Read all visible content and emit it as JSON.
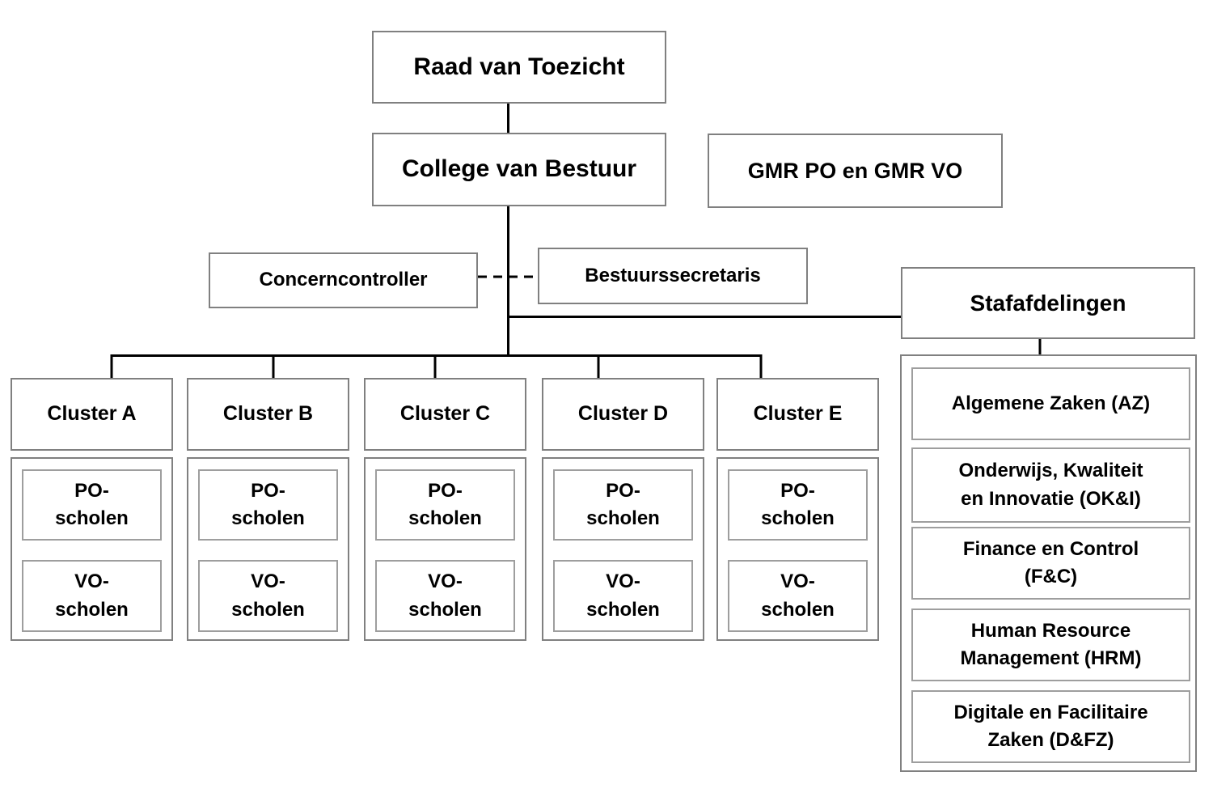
{
  "colors": {
    "background": "#ffffff",
    "box_border": "#808080",
    "inner_box_border": "#9e9e9e",
    "connector_line": "#000000",
    "text": "#000000"
  },
  "nodes": {
    "raad": "Raad van Toezicht",
    "college": "College van Bestuur",
    "gmr": "GMR PO en GMR VO",
    "concern": "Concerncontroller",
    "bestuur": "Bestuurssecretaris"
  },
  "staff": {
    "title": "Stafafdelingen",
    "items": [
      "Algemene Zaken (AZ)",
      "Onderwijs, Kwaliteit\nen Innovatie (OK&I)",
      "Finance en Control\n(F&C)",
      "Human Resource\nManagement (HRM)",
      "Digitale en Facilitaire\nZaken (D&FZ)"
    ]
  },
  "clusters": [
    {
      "label": "Cluster A",
      "po": "PO-\nscholen",
      "vo": "VO-\nscholen"
    },
    {
      "label": "Cluster B",
      "po": "PO-\nscholen",
      "vo": "VO-\nscholen"
    },
    {
      "label": "Cluster C",
      "po": "PO-\nscholen",
      "vo": "VO-\nscholen"
    },
    {
      "label": "Cluster D",
      "po": "PO-\nscholen",
      "vo": "VO-\nscholen"
    },
    {
      "label": "Cluster E",
      "po": "PO-\nscholen",
      "vo": "VO-\nscholen"
    }
  ]
}
